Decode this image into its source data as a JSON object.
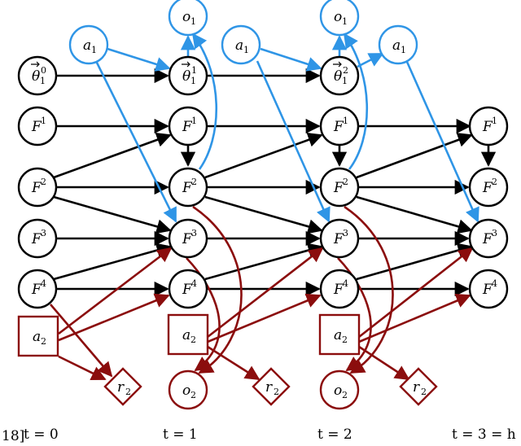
{
  "colors": {
    "black": "#000000",
    "blue": "#2f95e6",
    "red": "#8b0d0d"
  },
  "nodes": {
    "theta0": {
      "label": "θ",
      "sub": "1",
      "sup": "0"
    },
    "theta1": {
      "label": "θ",
      "sub": "1",
      "sup": "1"
    },
    "theta2": {
      "label": "θ",
      "sub": "1",
      "sup": "2"
    },
    "f1": {
      "label": "F",
      "sup": "1"
    },
    "f2": {
      "label": "F",
      "sup": "2"
    },
    "f3": {
      "label": "F",
      "sup": "3"
    },
    "f4": {
      "label": "F",
      "sup": "4"
    },
    "a1": {
      "label": "a",
      "sub": "1"
    },
    "o1": {
      "label": "o",
      "sub": "1"
    },
    "a2": {
      "label": "a",
      "sub": "2"
    },
    "o2": {
      "label": "o",
      "sub": "2"
    },
    "r2": {
      "label": "r",
      "sub": "2"
    }
  },
  "time_labels": {
    "prefix": "18]",
    "t0": "t = 0",
    "t1": "t = 1",
    "t2": "t = 2",
    "t3": "t = 3 = h"
  }
}
